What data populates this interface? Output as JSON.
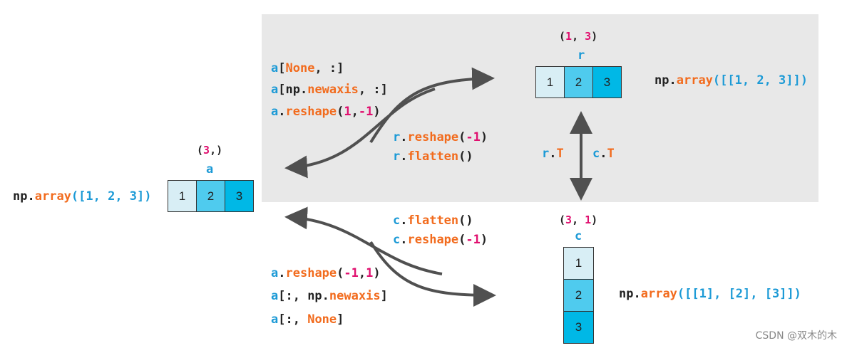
{
  "a": {
    "shape": {
      "open": "(",
      "num": "3",
      "close": ",)"
    },
    "name": "a",
    "values": [
      "1",
      "2",
      "3"
    ],
    "constructor": {
      "np": "np",
      "dot": ".",
      "fn": "array",
      "args": "([1, 2, 3])"
    }
  },
  "r": {
    "shape": {
      "open": "(",
      "n1": "1",
      "sep": ", ",
      "n2": "3",
      "close": ")"
    },
    "name": "r",
    "values": [
      "1",
      "2",
      "3"
    ],
    "constructor": {
      "np": "np",
      "dot": ".",
      "fn": "array",
      "args": "([[1, 2, 3]])"
    }
  },
  "c": {
    "shape": {
      "open": "(",
      "n1": "3",
      "sep": ", ",
      "n2": "1",
      "close": ")"
    },
    "name": "c",
    "values": [
      "1",
      "2",
      "3"
    ],
    "constructor": {
      "np": "np",
      "dot": ".",
      "fn": "array",
      "args": "([[1], [2], [3]])"
    }
  },
  "a_to_r": {
    "l1": {
      "a": "a",
      "b1": "[",
      "kw": "None",
      "rest": ", :]"
    },
    "l2": {
      "a": "a",
      "b1": "[np.",
      "kw": "newaxis",
      "rest": ", :]"
    },
    "l3": {
      "a": "a",
      "dot": ".",
      "fn": "reshape",
      "p1": "(",
      "n1": "1",
      "comma": ",",
      "n2": "-1",
      "p2": ")"
    }
  },
  "r_to_a": {
    "l1": {
      "v": "r",
      "dot": ".",
      "fn": "reshape",
      "p1": "(",
      "n": "-1",
      "p2": ")"
    },
    "l2": {
      "v": "r",
      "dot": ".",
      "fn": "flatten",
      "p": "()"
    }
  },
  "transpose": {
    "left": {
      "v": "r",
      "dot": ".",
      "t": "T"
    },
    "right": {
      "v": "c",
      "dot": ".",
      "t": "T"
    }
  },
  "c_to_a": {
    "l1": {
      "v": "c",
      "dot": ".",
      "fn": "flatten",
      "p": "()"
    },
    "l2": {
      "v": "c",
      "dot": ".",
      "fn": "reshape",
      "p1": "(",
      "n": "-1",
      "p2": ")"
    }
  },
  "a_to_c": {
    "l1": {
      "a": "a",
      "dot": ".",
      "fn": "reshape",
      "p1": "(",
      "n1": "-1",
      "comma": ",",
      "n2": "1",
      "p2": ")"
    },
    "l2": {
      "a": "a",
      "b1": "[:, np.",
      "kw": "newaxis",
      "rest": "]"
    },
    "l3": {
      "a": "a",
      "b1": "[:, ",
      "kw": "None",
      "rest": "]"
    }
  },
  "watermark": "CSDN @双木的木",
  "colors": {
    "panel": "#e8e8e8",
    "blue": "#1c9ad6",
    "orange": "#f26b1d",
    "pink": "#e0106f",
    "cell1": "#d8eef5",
    "cell2": "#4fcbee",
    "cell3": "#00b8e6",
    "arrow": "#505050"
  }
}
